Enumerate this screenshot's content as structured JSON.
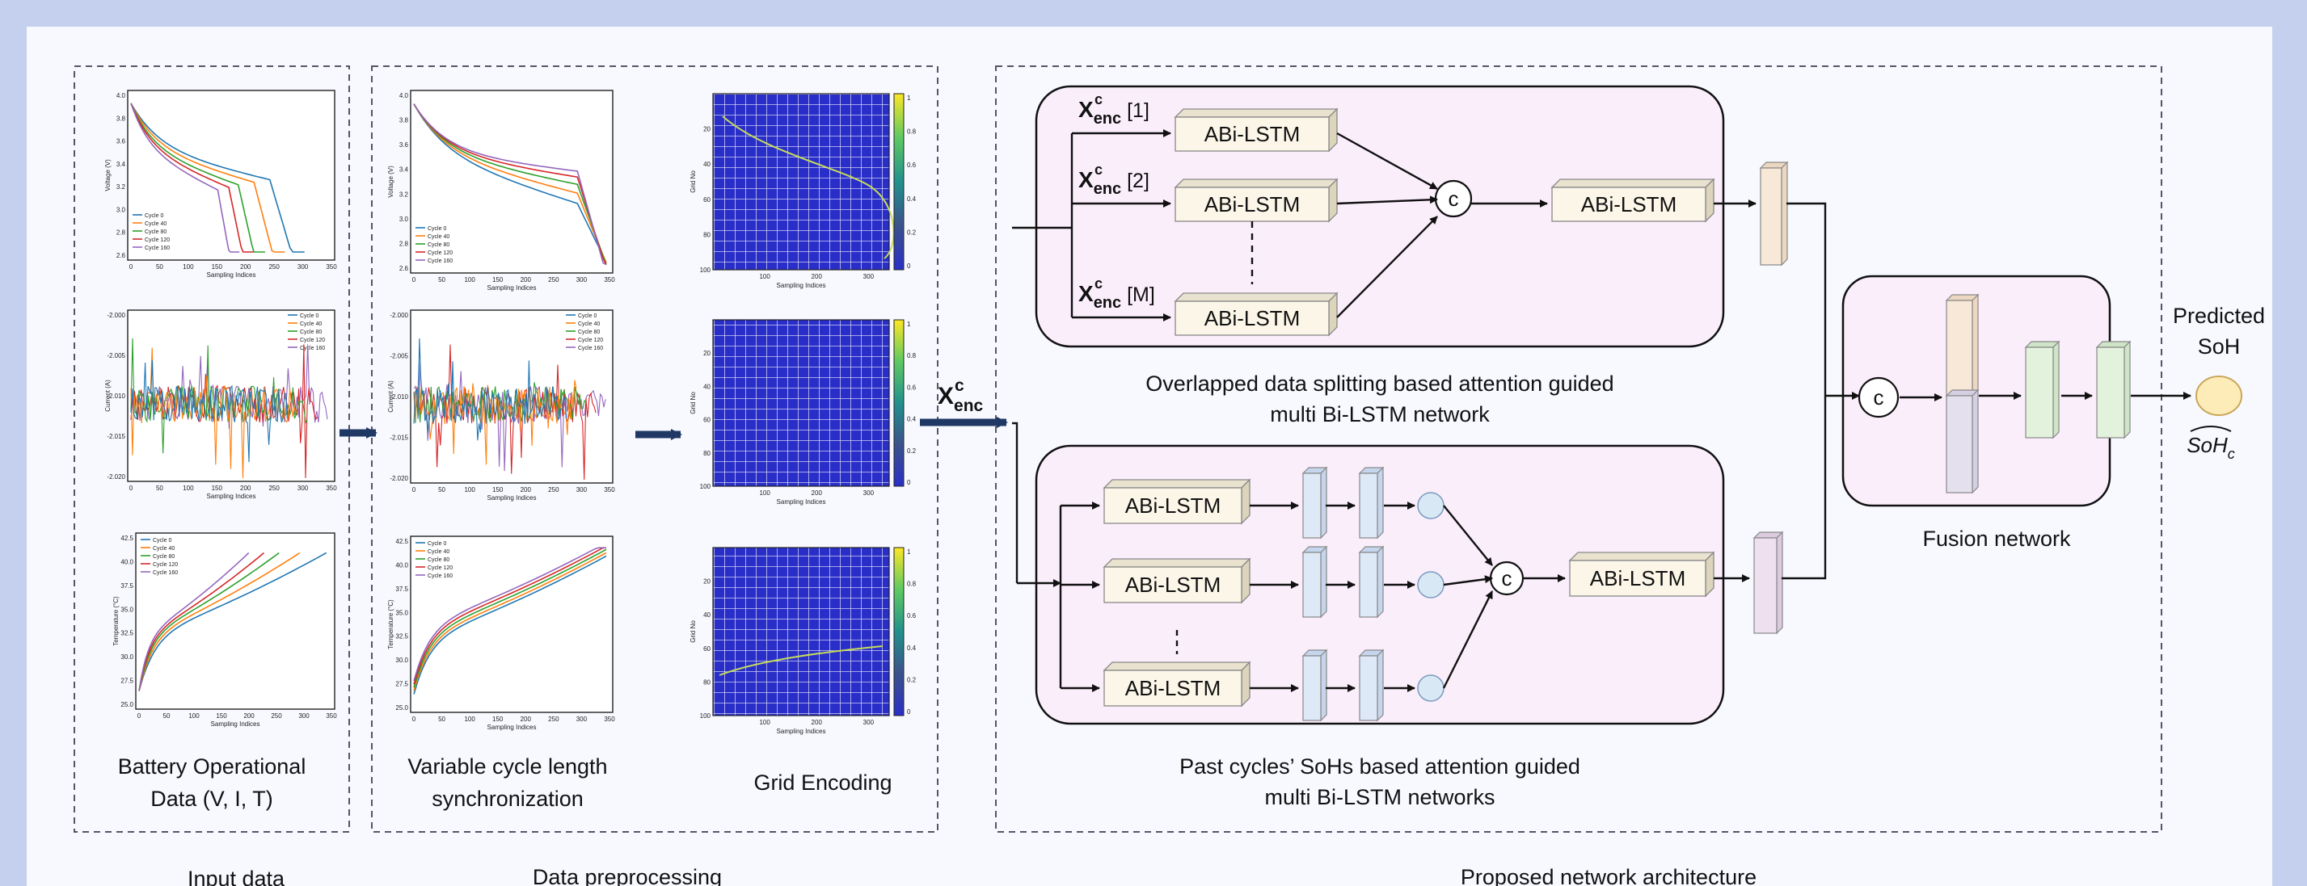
{
  "sections": {
    "input": {
      "box_label_line1": "Battery Operational",
      "box_label_line2": "Data (V, I, T)",
      "caption": "Input data"
    },
    "preprocessing": {
      "sync_label_line1": "Variable cycle length",
      "sync_label_line2": "synchronization",
      "grid_label": "Grid Encoding",
      "caption": "Data preprocessing"
    },
    "architecture": {
      "caption": "Proposed network architecture",
      "top_net_label_line1": "Overlapped data splitting based attention guided",
      "top_net_label_line2": "multi Bi-LSTM network",
      "bottom_net_label_line1": "Past cycles’ SoHs based attention guided",
      "bottom_net_label_line2": "multi Bi-LSTM networks",
      "fusion_label": "Fusion network",
      "output_label_line1": "Predicted",
      "output_label_line2": "SoH",
      "output_symbol": "SoH",
      "output_subscript": "c"
    }
  },
  "blocks": {
    "abilstm": "ABi-LSTM",
    "concat": "c",
    "x_enc_main": "X",
    "x_enc_sub": "enc",
    "x_enc_sup": "c",
    "split_indices": [
      "[1]",
      "[2]",
      "[M]"
    ]
  },
  "plots": {
    "legend_cycles_a": [
      "Cycle 0",
      "Cycle 40",
      "Cycle 80",
      "Cycle 120",
      "Cycle 160"
    ],
    "legend_cycles_b": [
      "Cycle 0",
      "Cycle 40",
      "Cycle 80",
      "Cycle 120",
      "Cycle 160"
    ],
    "xlabel": "Sampling Indices",
    "ylabel_voltage": "Voltage (V)",
    "ylabel_current": "Current (A)",
    "ylabel_temp": "Temperature (°C)",
    "ylabel_grid": "Grid No",
    "voltage_ticks": [
      "4.0",
      "3.8",
      "3.6",
      "3.4",
      "3.2",
      "3.0",
      "2.8",
      "2.6"
    ],
    "voltage_ticks_b": [
      "4.0",
      "3.8",
      "3.6",
      "3.4",
      "3.2",
      "3.0",
      "2.8",
      "2.6"
    ],
    "current_ticks_a": [
      "-2.000",
      "-2.005",
      "-2.010",
      "-2.015",
      "-2.020"
    ],
    "current_ticks_b": [
      "-2.000",
      "-2.005",
      "-2.010",
      "-2.015",
      "-2.020"
    ],
    "temp_ticks": [
      "42.5",
      "40.0",
      "37.5",
      "35.0",
      "32.5",
      "30.0",
      "27.5",
      "25.0"
    ],
    "temp_ticks_b": [
      "42.5",
      "40.0",
      "37.5",
      "35.0",
      "32.5",
      "30.0",
      "27.5",
      "25.0"
    ],
    "x_ticks": [
      "0",
      "50",
      "100",
      "150",
      "200",
      "250",
      "300",
      "350"
    ],
    "x_ticks_b": [
      "0",
      "50",
      "100",
      "150",
      "200",
      "250",
      "300",
      "350"
    ],
    "grid_x_ticks": [
      "100",
      "200",
      "300"
    ],
    "grid_y_ticks": [
      "20",
      "40",
      "60",
      "80",
      "100"
    ],
    "colorbar_ticks": [
      "1",
      "0.8",
      "0.6",
      "0.4",
      "0.2",
      "0"
    ],
    "series_colors": [
      "#1f77b4",
      "#ff7f0e",
      "#2ca02c",
      "#d62728",
      "#9467bd"
    ]
  },
  "colors": {
    "panel_bg": "#f7f9ff",
    "net_fill": "#fbeefb",
    "block_fill": "#fbf6e8",
    "arrow": "#1f3864",
    "heatmap": "#2a2ec8"
  }
}
